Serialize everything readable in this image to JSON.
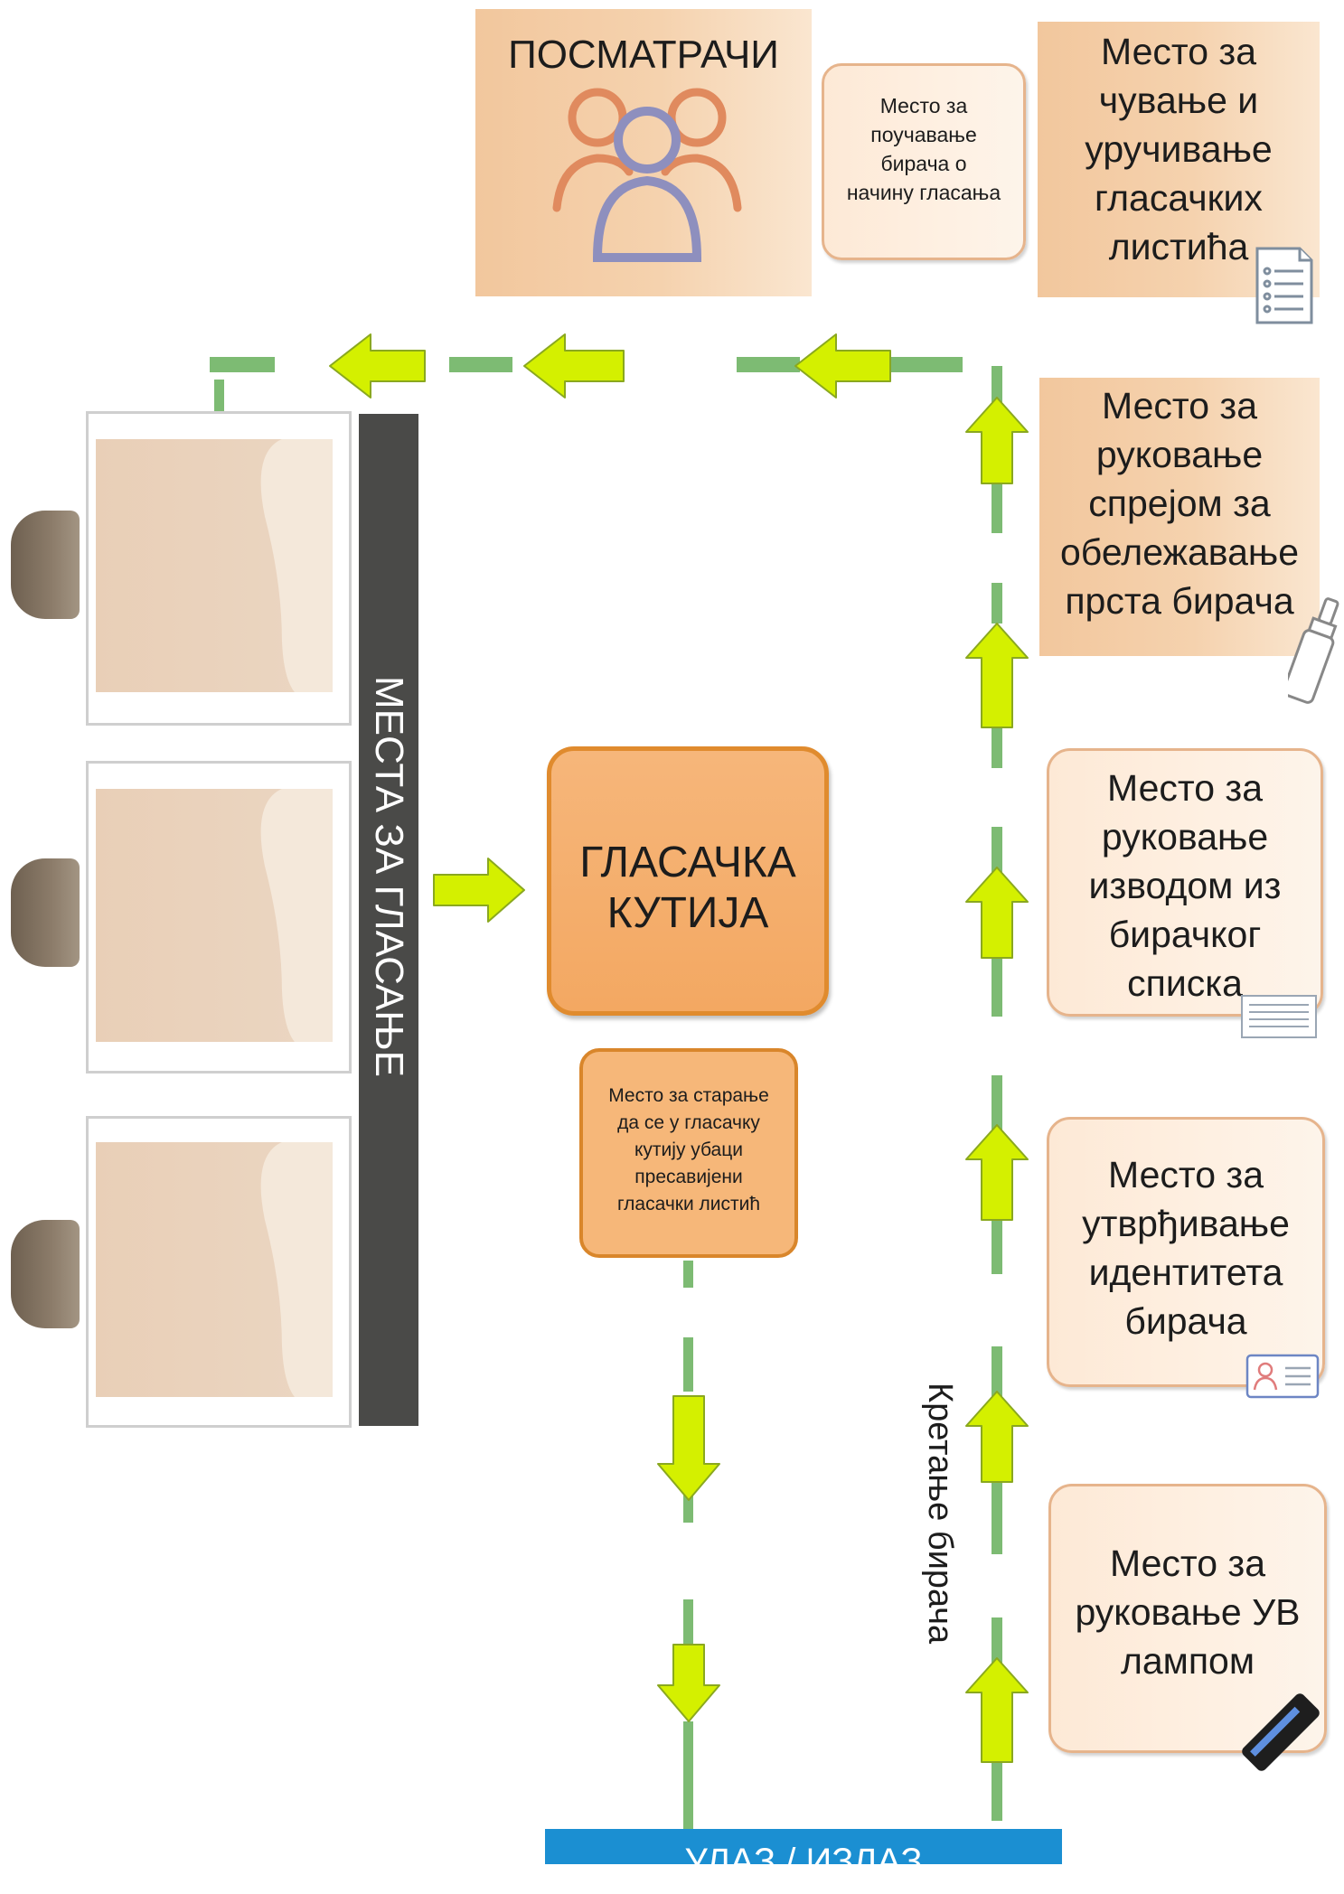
{
  "diagram": {
    "observers": {
      "label": "ПОСМАТРАЧИ"
    },
    "instruction": {
      "label": [
        "Место за",
        "поучавање",
        "бирача о",
        "начину гласања"
      ]
    },
    "ballots": {
      "label": [
        "Место за",
        "чување и",
        "уручивање",
        "гласачких",
        "листића"
      ]
    },
    "spray": {
      "label": [
        "Место за",
        "руковање",
        "спрејом за",
        "обележавање",
        "прста бирача"
      ]
    },
    "voter_list": {
      "label": [
        "Место за",
        "руковање",
        "изводом из",
        "бирачког",
        "списка"
      ]
    },
    "identity": {
      "label": [
        "Место за",
        "утврђивање",
        "идентитета",
        "бирача"
      ]
    },
    "uv_lamp": {
      "label": [
        "Место за",
        "руковање УВ",
        "лампом"
      ]
    },
    "ballot_box": {
      "label": [
        "ГЛАСАЧКА",
        "КУТИЈА"
      ]
    },
    "folding": {
      "label": [
        "Место за старање",
        "да се у гласачку",
        "кутију убаци",
        "пресавијени",
        "гласачки листић"
      ]
    },
    "voting_places": {
      "label": "МЕСТА ЗА ГЛАСАЊЕ"
    },
    "voter_movement": {
      "label": "Кретање бирача"
    },
    "entrance": {
      "label": "УЛАЗ / ИЗЛАЗ"
    }
  },
  "colors": {
    "arrow_fill": "#d4f000",
    "arrow_stroke": "#8aa81f",
    "path_green": "#7dbb73",
    "tile_warm": "#f3c9a0",
    "ballot_box_orange": "#f3a862",
    "entrance_blue": "#1b8fd2",
    "voting_bar": "#4a4a48"
  }
}
